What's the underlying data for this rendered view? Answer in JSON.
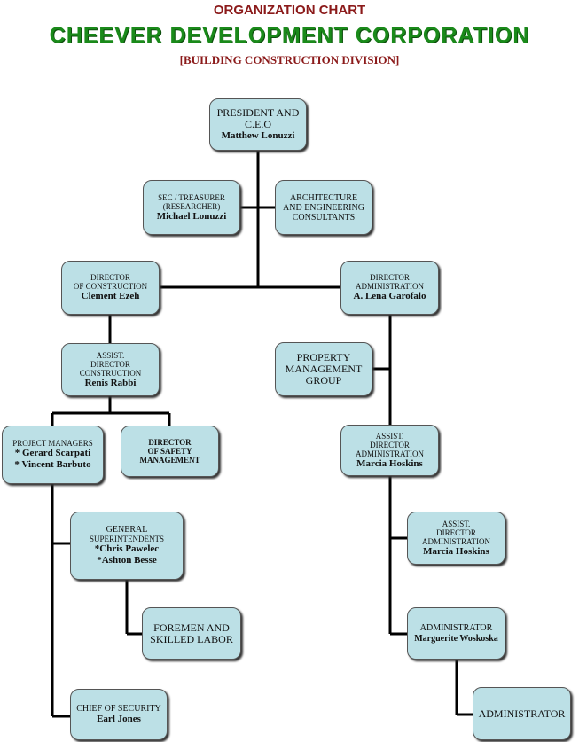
{
  "header": {
    "title": "ORGANIZATION CHART",
    "company": "CHEEVER DEVELOPMENT CORPORATION",
    "division": "[BUILDING CONSTRUCTION DIVISION]"
  },
  "colors": {
    "box_fill": "#BCE0E6",
    "title": "#8B1A1A",
    "company": "#1A8A1A",
    "line": "#000000"
  },
  "boxes": {
    "president": {
      "line1": "PRESIDENT AND",
      "line2": "C.E.O",
      "name": "Matthew Lonuzzi"
    },
    "sec_treasurer": {
      "line1": "SEC / TREASURER",
      "line2": "(RESEARCHER)",
      "name": "Michael Lonuzzi"
    },
    "architecture": {
      "line1": "ARCHITECTURE",
      "line2": "AND ENGINEERING",
      "line3": "CONSULTANTS"
    },
    "director_construction": {
      "line1": "DIRECTOR",
      "line2": "OF CONSTRUCTION",
      "name": "Clement Ezeh"
    },
    "director_administration": {
      "line1": "DIRECTOR",
      "line2": "ADMINISTRATION",
      "name": "A. Lena Garofalo"
    },
    "assist_director_construction": {
      "line1": "ASSIST.",
      "line2": "DIRECTOR",
      "line3": "CONSTRUCTION",
      "name": "Renis Rabbi"
    },
    "property_management": {
      "line1": "PROPERTY",
      "line2": "MANAGEMENT",
      "line3": "GROUP"
    },
    "project_managers": {
      "line1": "PROJECT MANAGERS",
      "name1": "* Gerard Scarpati",
      "name2": "* Vincent Barbuto"
    },
    "director_safety": {
      "line1": "DIRECTOR",
      "line2": "OF SAFETY",
      "line3": "MANAGEMENT"
    },
    "assist_director_administration": {
      "line1": "ASSIST.",
      "line2": "DIRECTOR",
      "line3": "ADMINISTRATION",
      "name": "Marcia Hoskins"
    },
    "general_superintendents": {
      "line1": "GENERAL",
      "line2": "SUPERINTENDENTS",
      "name1": "*Chris Pawelec",
      "name2": "*Ashton Besse"
    },
    "assist_director_administration_2": {
      "line1": "ASSIST.",
      "line2": "DIRECTOR",
      "line3": "ADMINISTRATION",
      "name": "Marcia Hoskins"
    },
    "foremen": {
      "line1": "FOREMEN AND",
      "line2": "SKILLED LABOR"
    },
    "administrator_woskoska": {
      "line1": "ADMINISTRATOR",
      "name": "Marguerite Woskoska"
    },
    "chief_security": {
      "line1": "CHIEF OF SECURITY",
      "name": "Earl Jones"
    },
    "administrator": {
      "line1": "ADMINISTRATOR"
    }
  }
}
